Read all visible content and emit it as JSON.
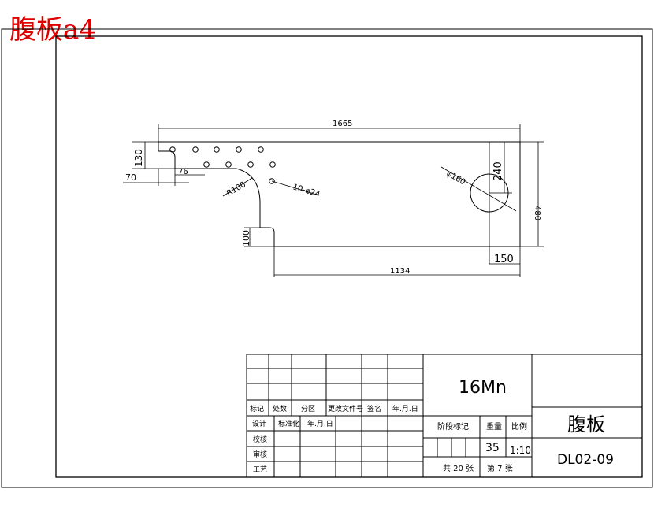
{
  "sheet_title": "腹板a4",
  "dimensions": {
    "length_total": "1665",
    "height_top": "130",
    "offset_left": "70",
    "notch_width": "76",
    "radius": "R100",
    "holes": "10-φ24",
    "circle_dia": "φ160",
    "circle_v": "240",
    "height_right": "480",
    "notch_height": "100",
    "right_offset": "150",
    "bottom_length": "1134"
  },
  "title_block": {
    "material": "16Mn",
    "part_name": "腹板",
    "drawing_number": "DL02-09",
    "rev_headers": [
      "标记",
      "处数",
      "分区",
      "更改文件号",
      "签名",
      "年.月.日"
    ],
    "sign_rows": {
      "design": "设计",
      "standardize": "标准化",
      "date": "年.月.日",
      "check": "校核",
      "review": "审核",
      "process": "工艺"
    },
    "stage_label": "阶段标记",
    "weight_label": "重量",
    "scale_label": "比例",
    "weight_value": "35",
    "scale_value": "1:10",
    "sheets_total": "共 20 张",
    "sheet_no": "第 7 张"
  }
}
